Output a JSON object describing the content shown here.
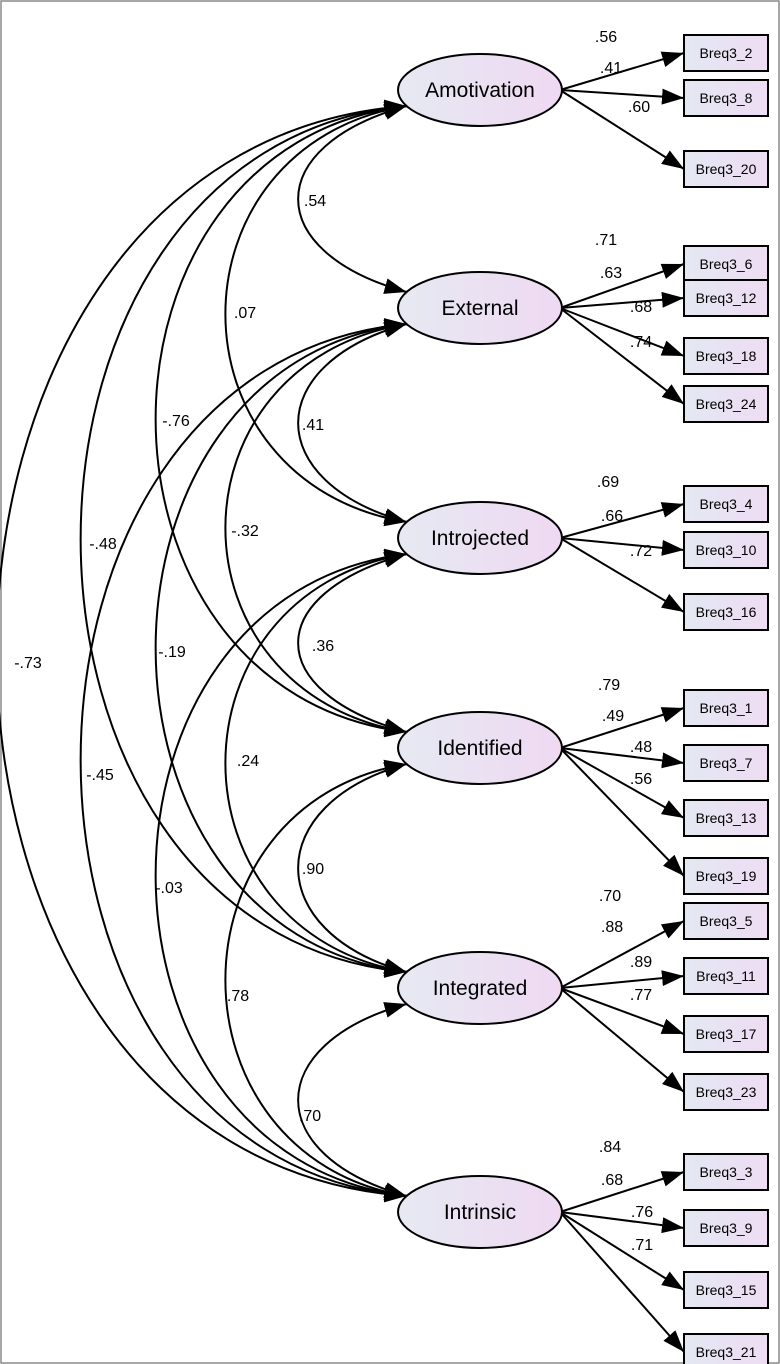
{
  "colors": {
    "latent_fill_start": "#e6e9f2",
    "latent_fill_end": "#efd9f2",
    "item_fill_start": "#e4e8f3",
    "item_fill_end": "#eedcf3",
    "line": "#000000"
  },
  "factors": [
    {
      "id": "amotivation",
      "label": "Amotivation",
      "icon": "ellipse"
    },
    {
      "id": "external",
      "label": "External",
      "icon": "ellipse"
    },
    {
      "id": "introjected",
      "label": "Introjected",
      "icon": "ellipse"
    },
    {
      "id": "identified",
      "label": "Identified",
      "icon": "ellipse"
    },
    {
      "id": "integrated",
      "label": "Integrated",
      "icon": "ellipse"
    },
    {
      "id": "intrinsic",
      "label": "Intrinsic",
      "icon": "ellipse"
    }
  ],
  "loadings": [
    {
      "factor": "amotivation",
      "items": [
        {
          "label": "Breq3_2",
          "value": ".56"
        },
        {
          "label": "Breq3_8",
          "value": ".41"
        },
        {
          "label": "Breq3_20",
          "value": ".60"
        }
      ]
    },
    {
      "factor": "external",
      "items": [
        {
          "label": "Breq3_6",
          "value": ".71"
        },
        {
          "label": "Breq3_12",
          "value": ".63"
        },
        {
          "label": "Breq3_18",
          "value": ".68"
        },
        {
          "label": "Breq3_24",
          "value": ".74"
        }
      ]
    },
    {
      "factor": "introjected",
      "items": [
        {
          "label": "Breq3_4",
          "value": ".69"
        },
        {
          "label": "Breq3_10",
          "value": ".66"
        },
        {
          "label": "Breq3_16",
          "value": ".72"
        }
      ]
    },
    {
      "factor": "identified",
      "items": [
        {
          "label": "Breq3_1",
          "value": ".79"
        },
        {
          "label": "Breq3_7",
          "value": ".49"
        },
        {
          "label": "Breq3_13",
          "value": ".48"
        },
        {
          "label": "Breq3_19",
          "value": ".56"
        }
      ]
    },
    {
      "factor": "integrated",
      "items": [
        {
          "label": "Breq3_5",
          "value": ".70"
        },
        {
          "label": "Breq3_11",
          "value": ".88"
        },
        {
          "label": "Breq3_17",
          "value": ".89"
        },
        {
          "label": "Breq3_23",
          "value": ".77"
        }
      ]
    },
    {
      "factor": "intrinsic",
      "items": [
        {
          "label": "Breq3_3",
          "value": ".84"
        },
        {
          "label": "Breq3_9",
          "value": ".68"
        },
        {
          "label": "Breq3_15",
          "value": ".76"
        },
        {
          "label": "Breq3_21",
          "value": ".71"
        }
      ]
    }
  ],
  "correlations": [
    {
      "from": "amotivation",
      "to": "external",
      "value": ".54"
    },
    {
      "from": "external",
      "to": "introjected",
      "value": ".41"
    },
    {
      "from": "introjected",
      "to": "identified",
      "value": ".36"
    },
    {
      "from": "identified",
      "to": "integrated",
      "value": ".90"
    },
    {
      "from": "integrated",
      "to": "intrinsic",
      "value": ".70"
    },
    {
      "from": "amotivation",
      "to": "introjected",
      "value": ".07"
    },
    {
      "from": "external",
      "to": "identified",
      "value": "-.32"
    },
    {
      "from": "introjected",
      "to": "integrated",
      "value": ".24"
    },
    {
      "from": "identified",
      "to": "intrinsic",
      "value": ".78"
    },
    {
      "from": "amotivation",
      "to": "identified",
      "value": "-.76"
    },
    {
      "from": "external",
      "to": "integrated",
      "value": "-.19"
    },
    {
      "from": "introjected",
      "to": "intrinsic",
      "value": "-.03"
    },
    {
      "from": "amotivation",
      "to": "integrated",
      "value": "-.48"
    },
    {
      "from": "external",
      "to": "intrinsic",
      "value": "-.45"
    },
    {
      "from": "amotivation",
      "to": "intrinsic",
      "value": "-.73"
    }
  ]
}
